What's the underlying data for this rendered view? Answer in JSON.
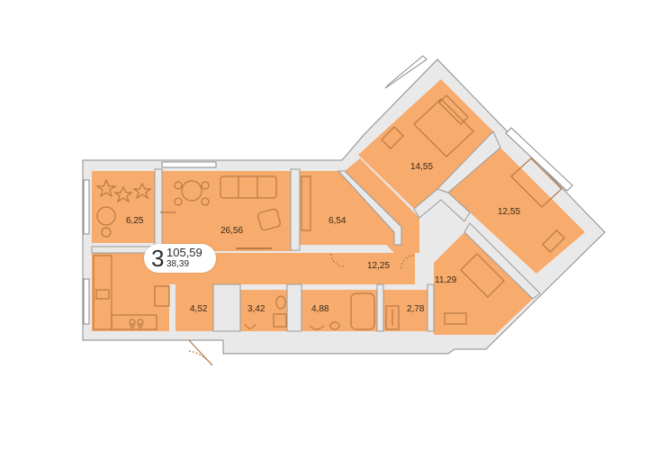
{
  "colors": {
    "floor": "#f7ab6c",
    "wall": "#e9e9e9",
    "wall_edge": "#8a8a8a",
    "furniture": "#b87a45",
    "text": "#3a2a1a"
  },
  "summary": {
    "rooms": "3",
    "total_area": "105,59",
    "living_area": "38,39"
  },
  "rooms": [
    {
      "id": "kitchen-living",
      "area": "26,56"
    },
    {
      "id": "kids-corner",
      "area": "6,25"
    },
    {
      "id": "hall-1",
      "area": "4,52"
    },
    {
      "id": "wc",
      "area": "3,42"
    },
    {
      "id": "bathroom",
      "area": "4,88"
    },
    {
      "id": "dressing",
      "area": "6,54"
    },
    {
      "id": "hallway",
      "area": "12,25"
    },
    {
      "id": "storage",
      "area": "2,78"
    },
    {
      "id": "bedroom-1",
      "area": "14,55"
    },
    {
      "id": "bedroom-2",
      "area": "12,55"
    },
    {
      "id": "bedroom-3",
      "area": "11,29"
    }
  ],
  "icons": [
    "star-icon",
    "bed-icon",
    "desk-icon",
    "bathtub-icon",
    "toilet-icon",
    "sink-icon",
    "stove-icon",
    "sofa-icon",
    "table-icon"
  ]
}
